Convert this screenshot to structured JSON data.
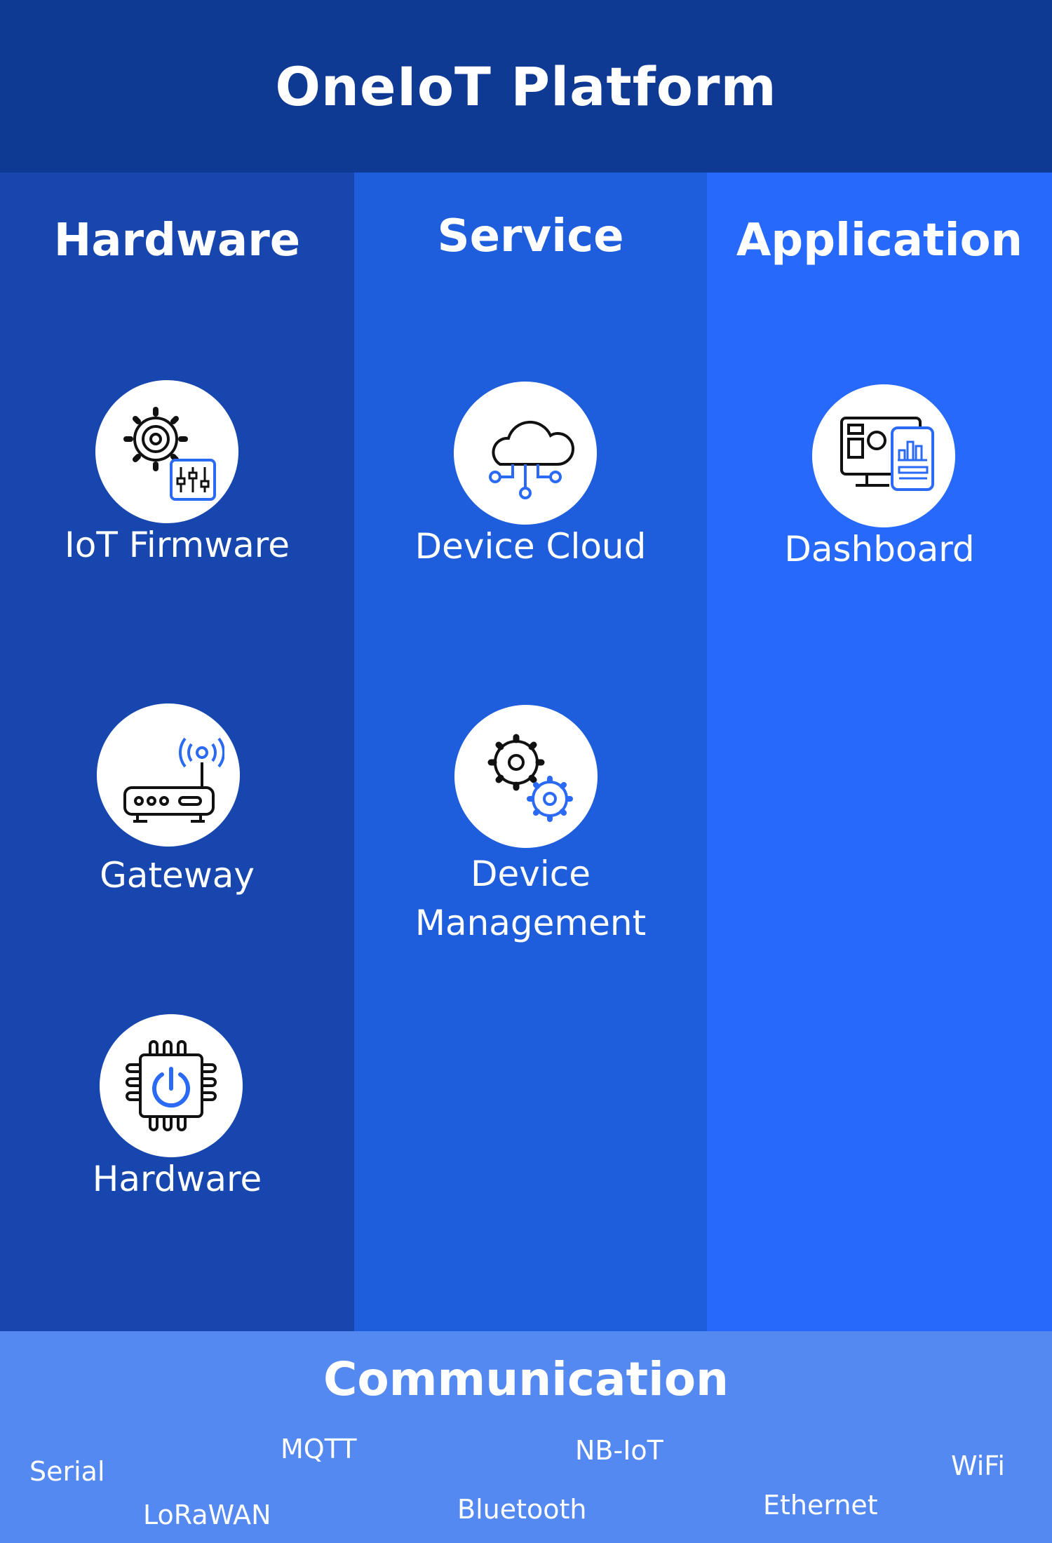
{
  "title": "OneIoT Platform",
  "colors": {
    "header_bg": "#0f3a94",
    "hardware_bg": "#1746ae",
    "service_bg": "#1e5ddb",
    "application_bg": "#2669fb",
    "communication_bg": "#5589f2",
    "icon_accent": "#2a6af5",
    "icon_line": "#111111"
  },
  "columns": {
    "hardware": {
      "title": "Hardware",
      "items": [
        {
          "label": "IoT Firmware",
          "icon": "firmware-gear-icon"
        },
        {
          "label": "Gateway",
          "icon": "router-icon"
        },
        {
          "label": "Hardware",
          "icon": "chip-icon"
        }
      ]
    },
    "service": {
      "title": "Service",
      "items": [
        {
          "label": "Device Cloud",
          "icon": "cloud-icon"
        },
        {
          "label": "Device\nManagement",
          "icon": "gears-icon"
        }
      ]
    },
    "application": {
      "title": "Application",
      "items": [
        {
          "label": "Dashboard",
          "icon": "dashboard-icon"
        }
      ]
    }
  },
  "communication": {
    "title": "Communication",
    "protocols": [
      "Serial",
      "MQTT",
      "LoRaWAN",
      "NB-IoT",
      "Bluetooth",
      "Ethernet",
      "WiFi"
    ]
  }
}
